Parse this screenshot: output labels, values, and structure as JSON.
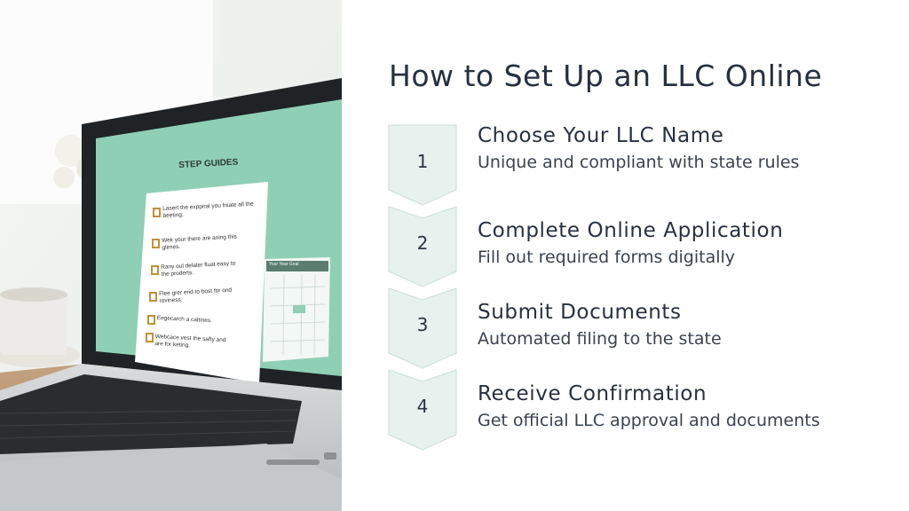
{
  "slide": {
    "title": "How to Set Up an LLC Online"
  },
  "laptop_screen": {
    "heading": "STEP GUIDES",
    "checklist": [
      "Lasert the exppiral you fniate all the beeting.",
      "Wek your there are aning this glimes.",
      "Rany oul delater fluat easy to the proderts.",
      "Flee grer erid to bost for ond roviness.",
      "Eegecarch a caltines.",
      "Webcace vest the safty and are for keting."
    ],
    "side_panel_title": "Your Year Goal"
  },
  "steps": [
    {
      "number": "1",
      "title": "Choose Your LLC Name",
      "description": "Unique and compliant with state rules"
    },
    {
      "number": "2",
      "title": "Complete Online Application",
      "description": "Fill out required forms digitally"
    },
    {
      "number": "3",
      "title": "Submit Documents",
      "description": "Automated filing to the state"
    },
    {
      "number": "4",
      "title": "Receive Confirmation",
      "description": "Get official LLC approval and documents"
    }
  ],
  "colors": {
    "chevron_fill": "#e7f2ee",
    "chevron_stroke": "#c9ddd5",
    "title_text": "#27303f",
    "screen_green": "#8fcfb6"
  }
}
